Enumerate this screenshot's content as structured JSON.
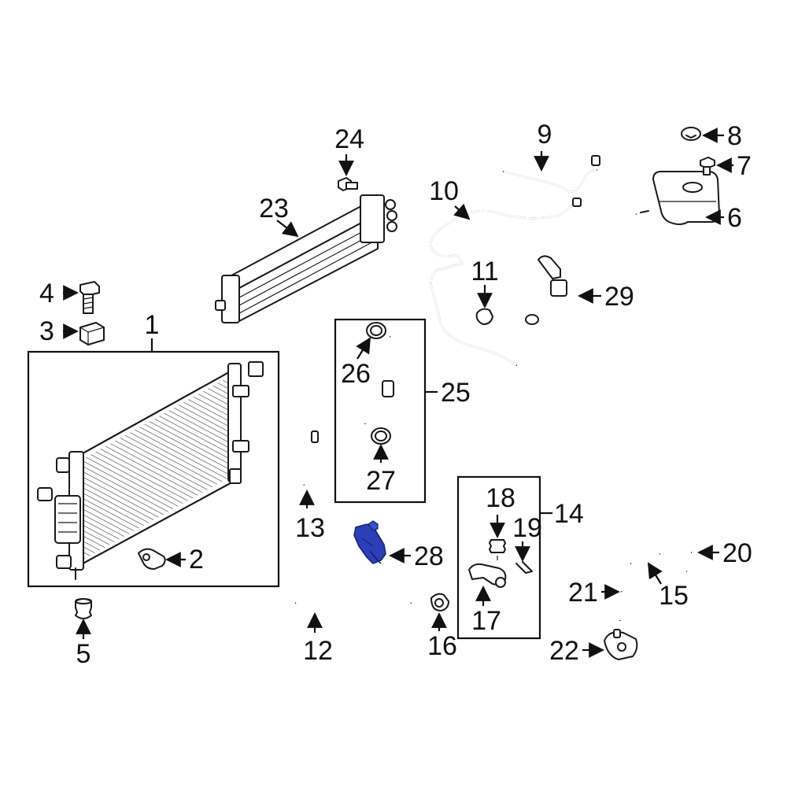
{
  "parts": [
    {
      "id": "p1",
      "label": "1"
    },
    {
      "id": "p2",
      "label": "2"
    },
    {
      "id": "p3",
      "label": "3"
    },
    {
      "id": "p4",
      "label": "4"
    },
    {
      "id": "p5",
      "label": "5"
    },
    {
      "id": "p6",
      "label": "6"
    },
    {
      "id": "p7",
      "label": "7"
    },
    {
      "id": "p8",
      "label": "8"
    },
    {
      "id": "p9",
      "label": "9"
    },
    {
      "id": "p10",
      "label": "10"
    },
    {
      "id": "p11",
      "label": "11"
    },
    {
      "id": "p12",
      "label": "12"
    },
    {
      "id": "p13",
      "label": "13"
    },
    {
      "id": "p14",
      "label": "14"
    },
    {
      "id": "p15",
      "label": "15"
    },
    {
      "id": "p16",
      "label": "16"
    },
    {
      "id": "p17",
      "label": "17"
    },
    {
      "id": "p18",
      "label": "18"
    },
    {
      "id": "p19",
      "label": "19"
    },
    {
      "id": "p20",
      "label": "20"
    },
    {
      "id": "p21",
      "label": "21"
    },
    {
      "id": "p22",
      "label": "22"
    },
    {
      "id": "p23",
      "label": "23"
    },
    {
      "id": "p24",
      "label": "24"
    },
    {
      "id": "p25",
      "label": "25"
    },
    {
      "id": "p26",
      "label": "26"
    },
    {
      "id": "p27",
      "label": "27"
    },
    {
      "id": "p28",
      "label": "28"
    },
    {
      "id": "p29",
      "label": "29"
    }
  ],
  "colors": {
    "line": "#1a1a1a",
    "highlight_part": "#2a3fb8",
    "highlight_dark": "#14206e",
    "background": "#ffffff"
  },
  "highlighted_part": "28"
}
